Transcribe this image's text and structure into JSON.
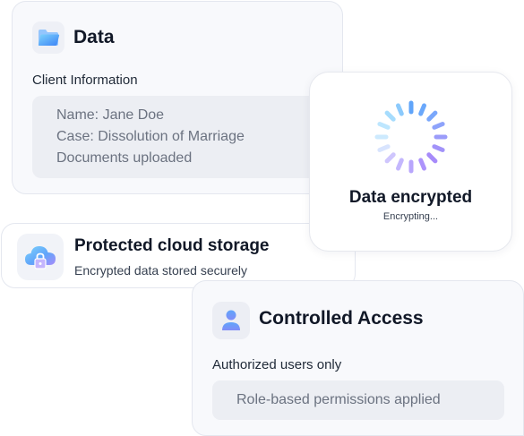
{
  "data_card": {
    "title": "Data",
    "section_label": "Client Information",
    "lines": [
      "Name: Jane Doe",
      "Case: Dissolution of Marriage",
      "Documents uploaded"
    ],
    "icon": "folder-icon"
  },
  "encryption_card": {
    "title": "Data encrypted",
    "status": "Encrypting...",
    "icon": "spinner-icon"
  },
  "cloud_card": {
    "title": "Protected cloud storage",
    "subtitle": "Encrypted data stored securely",
    "icon": "cloud-lock-icon"
  },
  "access_card": {
    "title": "Controlled Access",
    "section_label": "Authorized users only",
    "pill": "Role-based permissions applied",
    "icon": "user-icon"
  },
  "colors": {
    "accent_blue": "#60a5fa",
    "accent_purple": "#a78bfa"
  }
}
